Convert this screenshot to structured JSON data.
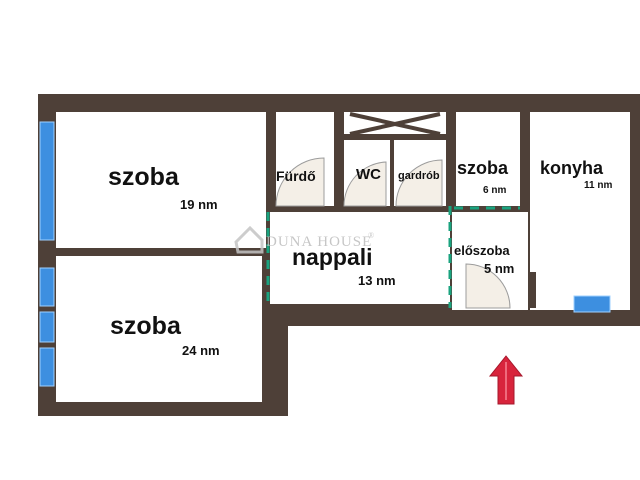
{
  "watermark": {
    "brand": "DUNA HOUSE",
    "mark": "®"
  },
  "rooms": [
    {
      "id": "szoba-1",
      "name": "szoba",
      "area": "19 nm"
    },
    {
      "id": "szoba-2",
      "name": "szoba",
      "area": "24 nm"
    },
    {
      "id": "furdo",
      "name": "Fürdő",
      "area": ""
    },
    {
      "id": "wc",
      "name": "WC",
      "area": ""
    },
    {
      "id": "gardrob",
      "name": "gardrób",
      "area": ""
    },
    {
      "id": "szoba-3",
      "name": "szoba",
      "area": "6 nm"
    },
    {
      "id": "konyha",
      "name": "konyha",
      "area": "11 nm"
    },
    {
      "id": "nappali",
      "name": "nappali",
      "area": "13 nm"
    },
    {
      "id": "eloszoba",
      "name": "előszoba",
      "area": "5 nm"
    }
  ],
  "entrance": {
    "icon": "entrance-arrow-icon"
  },
  "colors": {
    "wall": "#4e4038",
    "floor": "#ffffff",
    "door_swing": "#f4efe7",
    "window": "#3d8fe0",
    "opening": "#1aa37f",
    "arrow": "#d8243c"
  }
}
